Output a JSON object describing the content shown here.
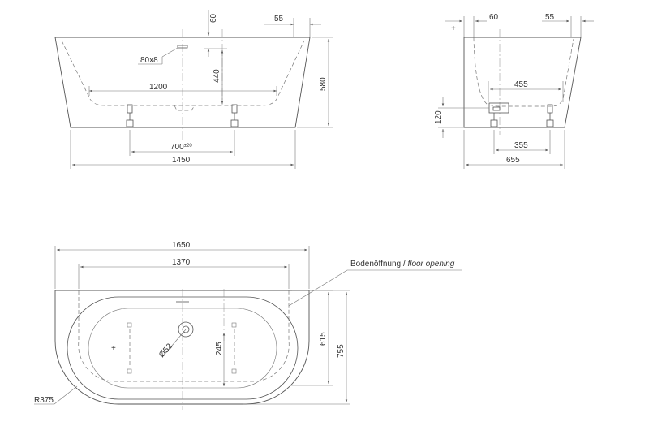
{
  "front_view": {
    "dim_60": "60",
    "dim_55": "55",
    "label_80x8": "80x8",
    "dim_440": "440",
    "dim_580": "580",
    "dim_1200": "1200",
    "dim_700": "700",
    "dim_700_tol": "±20",
    "dim_1450": "1450"
  },
  "side_view": {
    "dim_60": "60",
    "dim_55": "55",
    "dim_455": "455",
    "dim_120": "120",
    "dim_355": "355",
    "dim_655": "655"
  },
  "top_view": {
    "dim_1650": "1650",
    "dim_1370": "1370",
    "floor_opening_de": "Bodenöffnung / ",
    "floor_opening_en": "floor opening",
    "dim_d52": "Ø52",
    "dim_245": "245",
    "dim_615": "615",
    "dim_755": "755",
    "radius_label": "R375"
  }
}
